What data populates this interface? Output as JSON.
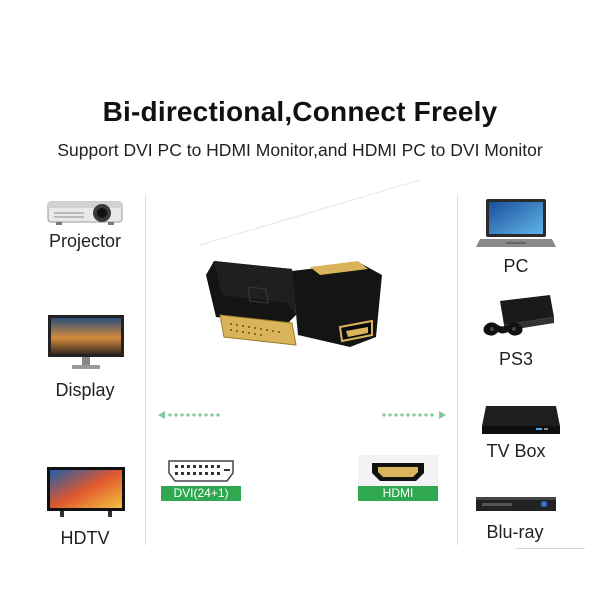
{
  "header": {
    "title": "Bi-directional,Connect Freely",
    "subtitle": "Support DVI PC to HDMI Monitor,and HDMI PC to DVI Monitor"
  },
  "left_devices": [
    {
      "label": "Projector",
      "icon": "projector-icon"
    },
    {
      "label": "Display",
      "icon": "monitor-icon"
    },
    {
      "label": "HDTV",
      "icon": "tv-icon"
    }
  ],
  "right_devices": [
    {
      "label": "PC",
      "icon": "laptop-icon"
    },
    {
      "label": "PS3",
      "icon": "game-console-icon"
    },
    {
      "label": "TV Box",
      "icon": "tv-box-icon"
    },
    {
      "label": "Blu-ray",
      "icon": "blu-ray-player-icon"
    }
  ],
  "ports": {
    "dvi_label": "DVI(24+1)",
    "hdmi_label": "HDMI"
  },
  "colors": {
    "accent_green": "#2fa84f",
    "adapter_black": "#161616",
    "connector_gold": "#d9b45a"
  }
}
